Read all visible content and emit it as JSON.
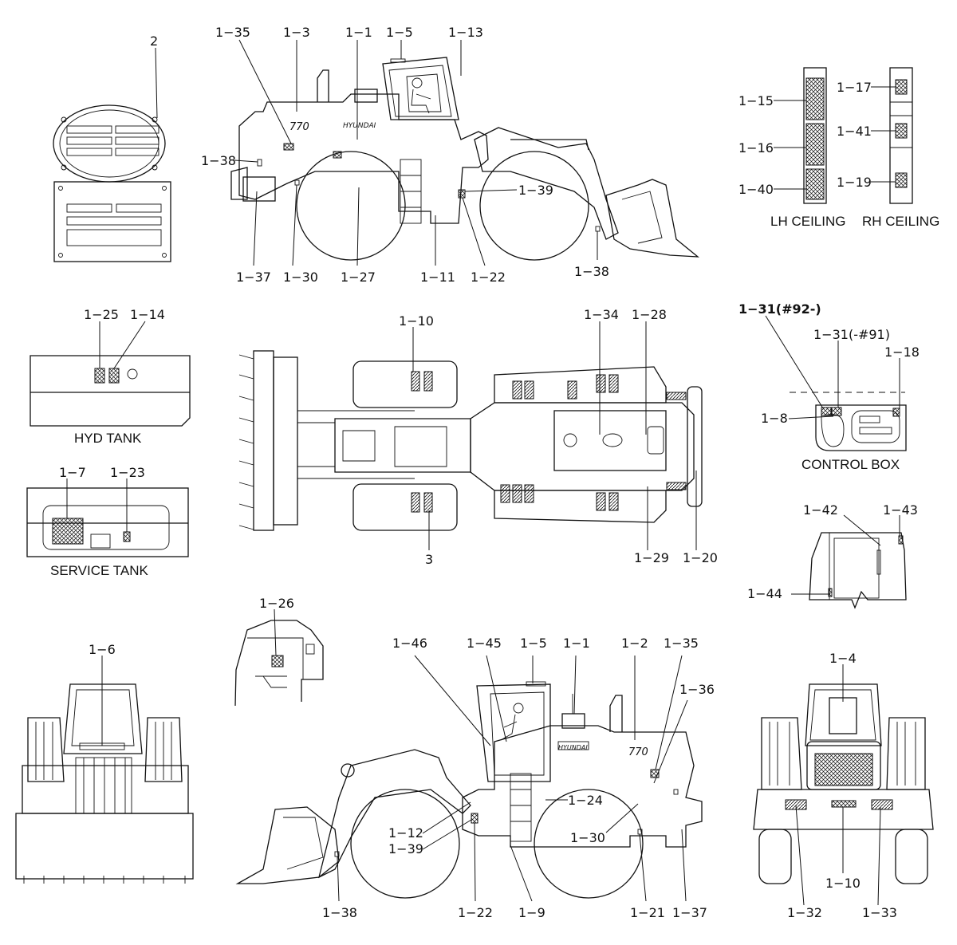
{
  "labels": {
    "tl_2": "2",
    "side1_1_35": "1−35",
    "side1_1_3": "1−3",
    "side1_1_1": "1−1",
    "side1_1_5": "1−5",
    "side1_1_13": "1−13",
    "side1_1_38a": "1−38",
    "side1_1_39": "1−39",
    "side1_1_37": "1−37",
    "side1_1_30": "1−30",
    "side1_1_27": "1−27",
    "side1_1_11": "1−11",
    "side1_1_22": "1−22",
    "side1_1_38b": "1−38",
    "ceil_1_15": "1−15",
    "ceil_1_16": "1−16",
    "ceil_1_40": "1−40",
    "ceil_1_17": "1−17",
    "ceil_1_41": "1−41",
    "ceil_1_19": "1−19",
    "hyd_1_25": "1−25",
    "hyd_1_14": "1−14",
    "svc_1_7": "1−7",
    "svc_1_23": "1−23",
    "top_1_10": "1−10",
    "top_1_34": "1−34",
    "top_1_28": "1−28",
    "top_3": "3",
    "top_1_29": "1−29",
    "top_1_20": "1−20",
    "cb_1_31a": "1−31(#92-)",
    "cb_1_31b": "1−31(-#91)",
    "cb_1_18": "1−18",
    "cb_1_8": "1−8",
    "door_1_42": "1−42",
    "door_1_43": "1−43",
    "door_1_44": "1−44",
    "det_1_26": "1−26",
    "front_1_6": "1−6",
    "side2_1_46": "1−46",
    "side2_1_45": "1−45",
    "side2_1_5": "1−5",
    "side2_1_1": "1−1",
    "side2_1_2": "1−2",
    "side2_1_35": "1−35",
    "side2_1_36": "1−36",
    "side2_1_24": "1−24",
    "side2_1_12": "1−12",
    "side2_1_39": "1−39",
    "side2_1_30": "1−30",
    "side2_1_38": "1−38",
    "side2_1_22": "1−22",
    "side2_1_9": "1−9",
    "side2_1_21": "1−21",
    "side2_1_37": "1−37",
    "rear_1_4": "1−4",
    "rear_1_10": "1−10",
    "rear_1_32": "1−32",
    "rear_1_33": "1−33"
  },
  "captions": {
    "lh_ceiling": "LH CEILING",
    "rh_ceiling": "RH CEILING",
    "hyd_tank": "HYD TANK",
    "service_tank": "SERVICE TANK",
    "control_box": "CONTROL BOX"
  },
  "markings": {
    "model": "770",
    "brand": "HYUNDAI"
  }
}
